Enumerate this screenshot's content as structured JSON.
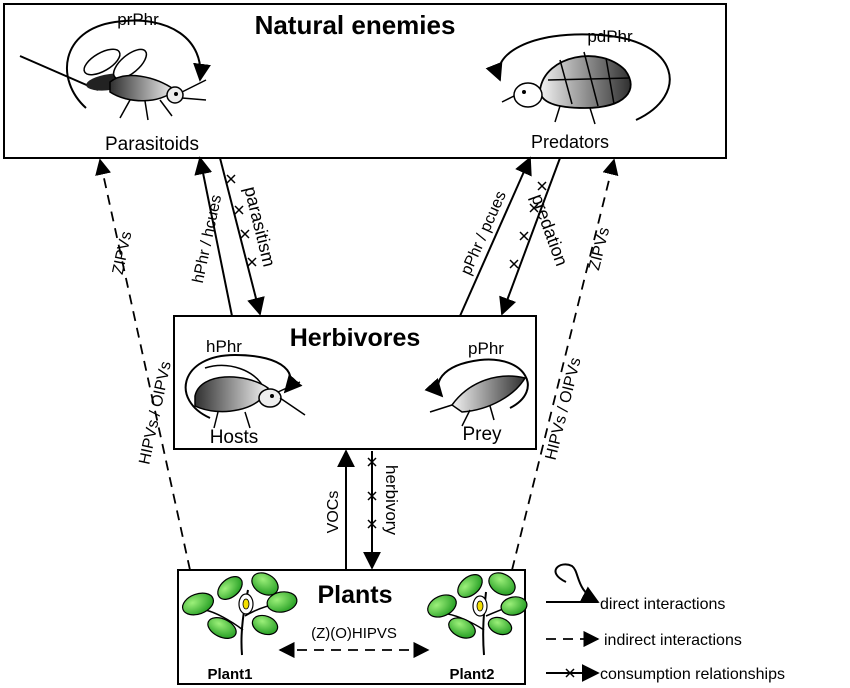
{
  "boxes": {
    "natural_enemies": "Natural enemies",
    "herbivores": "Herbivores",
    "plants": "Plants"
  },
  "nodes": {
    "parasitoids": "Parasitoids",
    "predators": "Predators",
    "hosts": "Hosts",
    "prey": "Prey",
    "plant1": "Plant1",
    "plant2": "Plant2"
  },
  "self_loops": {
    "parasitoids": "prPhr",
    "predators": "pdPhr",
    "hosts": "hPhr",
    "prey": "pPhr"
  },
  "edges": {
    "hosts_to_parasitoids": "hPhr / hcues",
    "parasitism": "parasitism",
    "prey_to_predators": "pPhr / pcues",
    "predation": "predation",
    "plants_to_herbivores": "VOCs",
    "herbivory": "herbivory",
    "plant_to_parasitoids_upper": "ZIPVs",
    "plant_to_parasitoids_lower": "HIPVs / OIPVs",
    "plant_to_predators_upper": "ZIPVs",
    "plant_to_predators_lower": "HIPVs / OIPVs",
    "plant_to_plant": "(Z)(O)HIPVS"
  },
  "legend": {
    "direct": "direct interactions",
    "indirect": "indirect interactions",
    "consumption": "consumption relationships"
  }
}
